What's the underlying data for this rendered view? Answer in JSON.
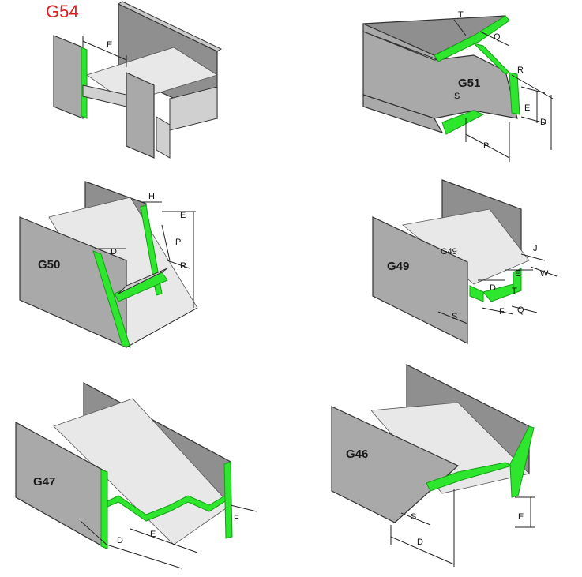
{
  "colors": {
    "weld": "#2ee62e",
    "panel": "#a9a9a9",
    "title": "#e02020"
  },
  "figures": [
    {
      "id": "g54",
      "label": "G54",
      "dims": [
        "E"
      ]
    },
    {
      "id": "g51",
      "label": "G51",
      "dims": [
        "T",
        "Q",
        "R",
        "E",
        "D",
        "S",
        "P"
      ]
    },
    {
      "id": "g50",
      "label": "G50",
      "dims": [
        "H",
        "E",
        "P",
        "R",
        "D"
      ]
    },
    {
      "id": "g49",
      "label": "G49",
      "dims": [
        "G49",
        "J",
        "E",
        "W",
        "D",
        "T",
        "S",
        "F",
        "Q"
      ]
    },
    {
      "id": "g47",
      "label": "G47",
      "dims": [
        "D",
        "E",
        "F"
      ]
    },
    {
      "id": "g46",
      "label": "G46",
      "dims": [
        "S",
        "D",
        "E"
      ]
    }
  ]
}
